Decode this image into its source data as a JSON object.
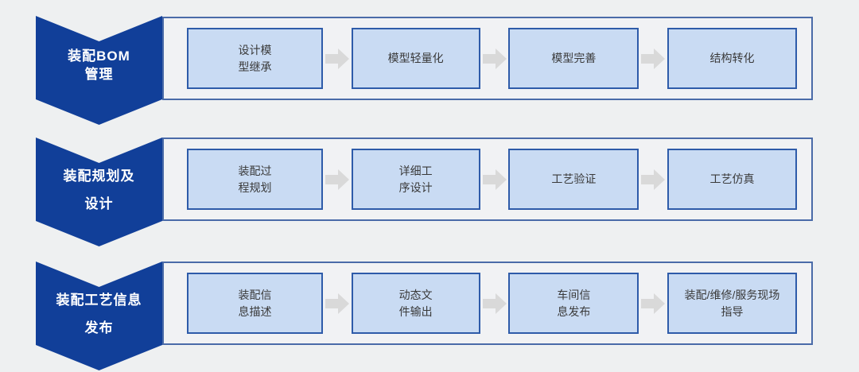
{
  "colors": {
    "background": "#eef0f1",
    "banner_fill": "#113f99",
    "banner_text": "#ffffff",
    "panel_border": "#4a6ba8",
    "panel_fill": "#f1f2f4",
    "box_fill": "#c9dbf3",
    "box_border": "#2e5ba9",
    "box_text": "#3a3a3a",
    "arrow": "#d9d9d9"
  },
  "rows": [
    {
      "label_lines": [
        "装配BOM",
        "管理"
      ],
      "steps": [
        {
          "lines": [
            "设计模",
            "型继承"
          ]
        },
        {
          "lines": [
            "模型轻量化"
          ]
        },
        {
          "lines": [
            "模型完善"
          ]
        },
        {
          "lines": [
            "结构转化"
          ]
        }
      ]
    },
    {
      "label_lines": [
        "装配规划及",
        "设计"
      ],
      "steps": [
        {
          "lines": [
            "装配过",
            "程规划"
          ]
        },
        {
          "lines": [
            "详细工",
            "序设计"
          ]
        },
        {
          "lines": [
            "工艺验证"
          ]
        },
        {
          "lines": [
            "工艺仿真"
          ]
        }
      ]
    },
    {
      "label_lines": [
        "装配工艺信息",
        "发布"
      ],
      "steps": [
        {
          "lines": [
            "装配信",
            "息描述"
          ]
        },
        {
          "lines": [
            "动态文",
            "件输出"
          ]
        },
        {
          "lines": [
            "车间信",
            "息发布"
          ]
        },
        {
          "lines": [
            "装配/维修/服务现场",
            "指导"
          ]
        }
      ]
    }
  ]
}
